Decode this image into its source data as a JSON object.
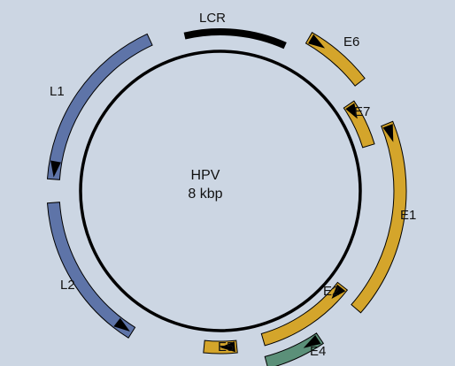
{
  "genome": {
    "name": "HPV",
    "size": "8 kbp"
  },
  "colors": {
    "background": "#ccd6e3",
    "late_gene": "#5e74a8",
    "early_gene": "#d4a52b",
    "e4_gene": "#5b9079",
    "lcr": "#000000",
    "outline": "#000000"
  },
  "genes": [
    {
      "id": "LCR",
      "label": "LCR",
      "kind": "region"
    },
    {
      "id": "E6",
      "label": "E6",
      "kind": "early"
    },
    {
      "id": "E7",
      "label": "E7",
      "kind": "early"
    },
    {
      "id": "E1",
      "label": "E1",
      "kind": "early"
    },
    {
      "id": "E2",
      "label": "E2",
      "kind": "early"
    },
    {
      "id": "E4",
      "label": "E4",
      "kind": "e4"
    },
    {
      "id": "E5",
      "label": "E5",
      "kind": "early"
    },
    {
      "id": "L2",
      "label": "L2",
      "kind": "late"
    },
    {
      "id": "L1",
      "label": "L1",
      "kind": "late"
    }
  ]
}
